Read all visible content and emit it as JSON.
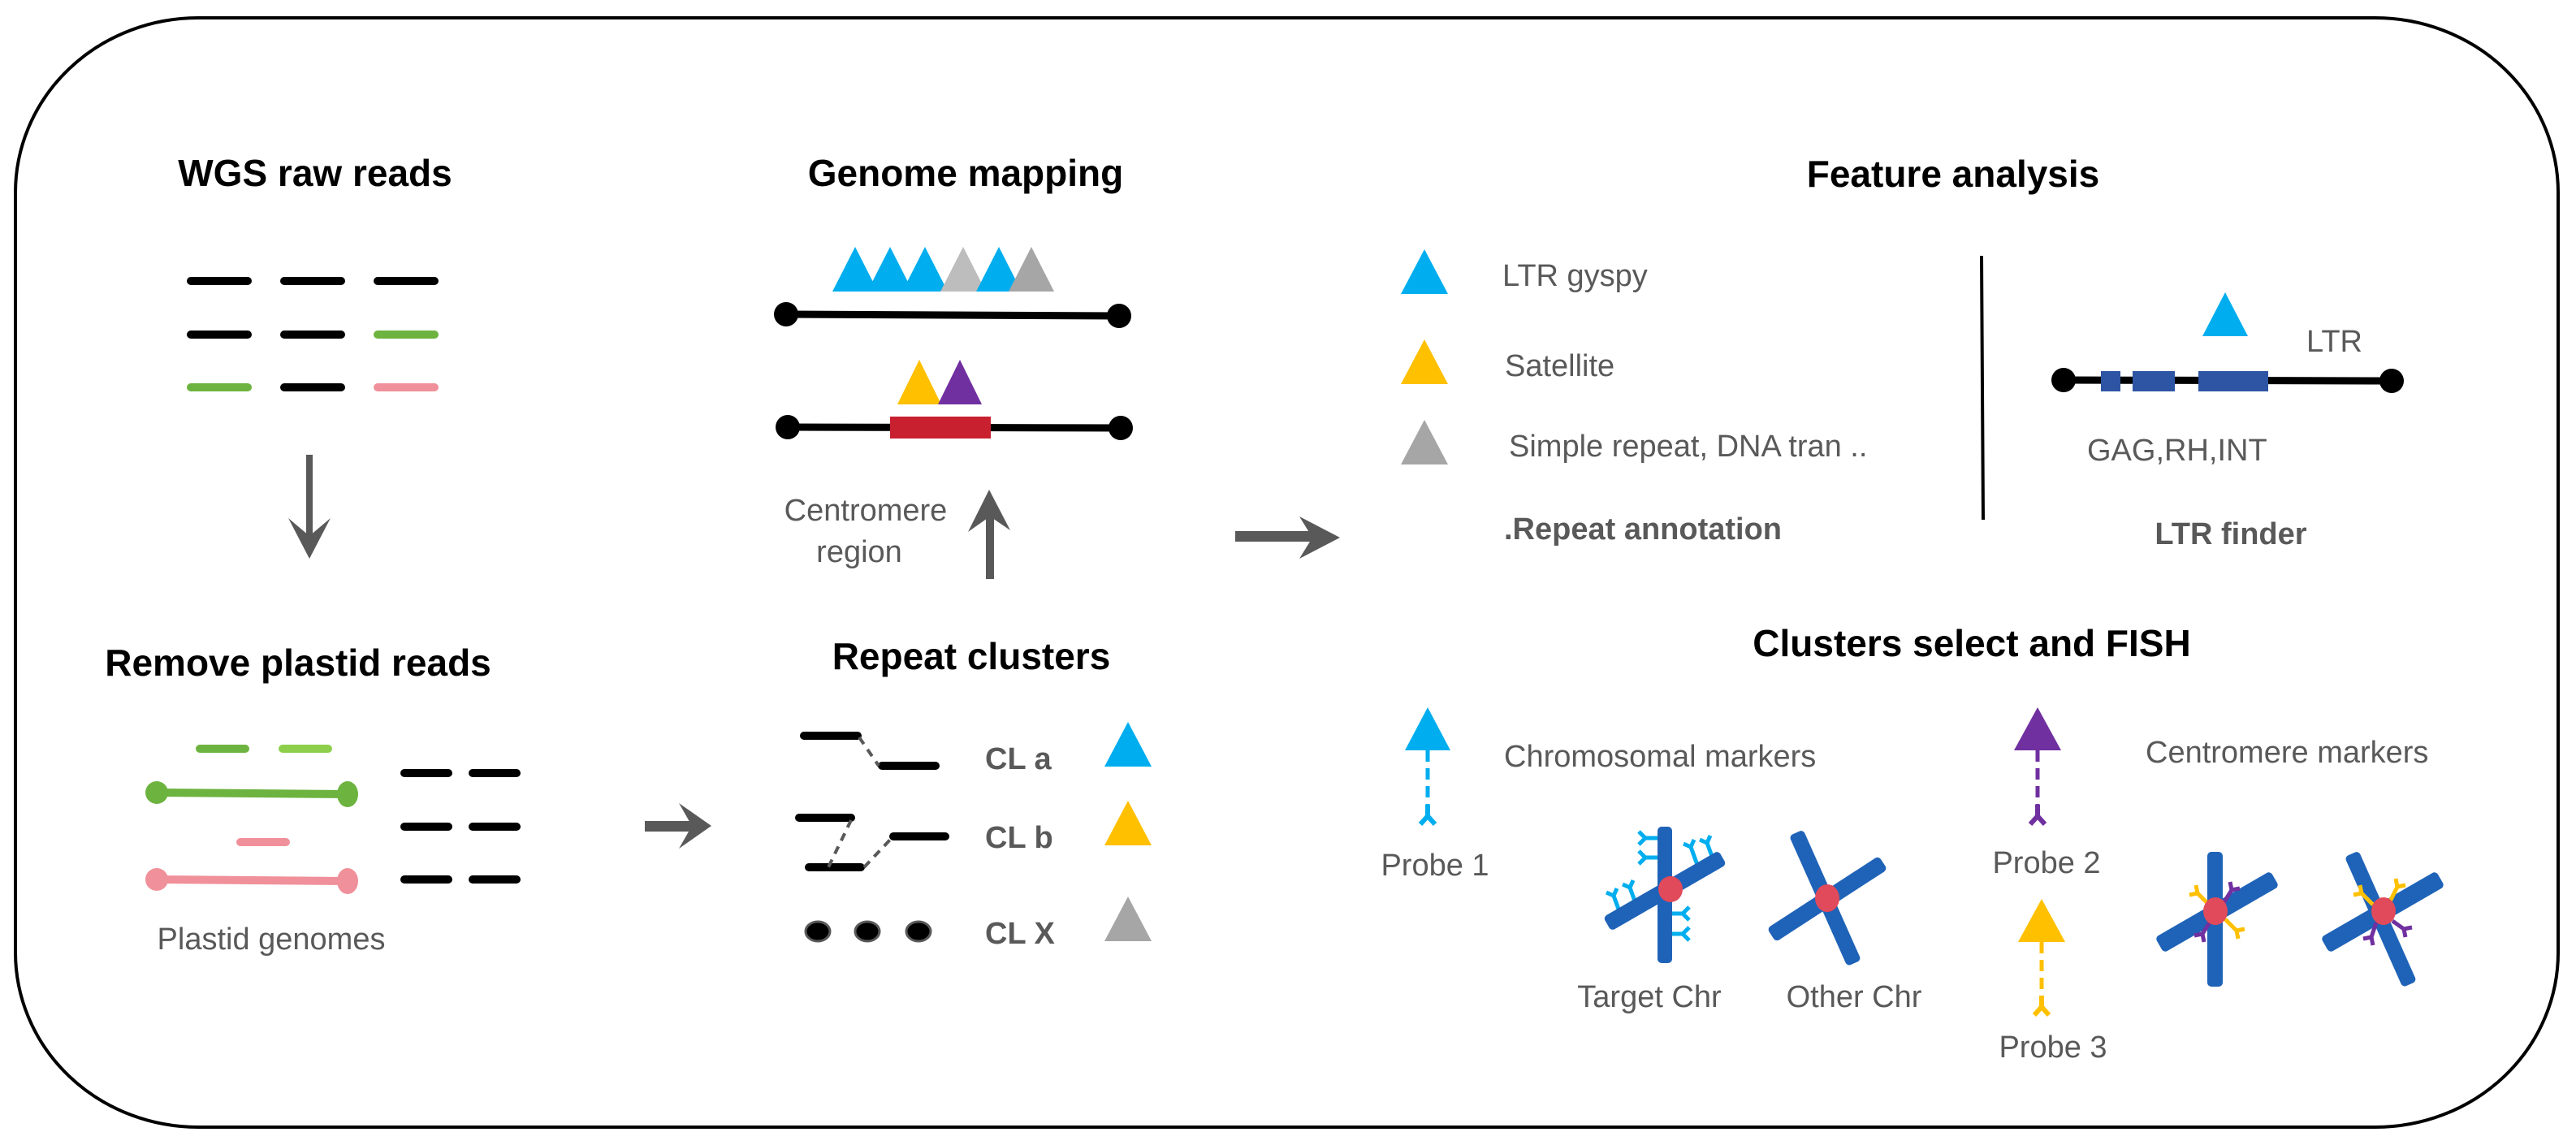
{
  "colors": {
    "blue_triangle": "#00AEEF",
    "yellow_triangle": "#FFC000",
    "gray_triangle": "#A6A6A6",
    "light_gray_triangle": "#BDBDBD",
    "purple_triangle": "#7030A0",
    "green_read": "#6DB33F",
    "light_green_read": "#8DCF4A",
    "pink_read": "#F0909A",
    "centromere_red": "#C8202F",
    "chromosome_blue": "#1F63B8",
    "ltr_domain_blue": "#2E54A4",
    "centromere_dot": "#E04A5A",
    "arrow_gray": "#595959",
    "text_gray": "#595959"
  },
  "sections": {
    "wgs": {
      "title": "WGS raw reads",
      "reads": [
        [
          "black",
          "black",
          "black"
        ],
        [
          "black",
          "black",
          "green"
        ],
        [
          "green",
          "black",
          "pink"
        ]
      ]
    },
    "remove_plastid": {
      "title": "Remove plastid reads",
      "plastid_label": "Plastid genomes"
    },
    "genome_mapping": {
      "title": "Genome mapping",
      "track1_triangles": [
        "blue",
        "blue",
        "blue",
        "light_gray",
        "blue",
        "gray"
      ],
      "track2_triangles": [
        "yellow",
        "purple"
      ],
      "centromere_label_line1": "Centromere",
      "centromere_label_line2": "region"
    },
    "repeat_clusters": {
      "title": "Repeat clusters",
      "clusters": [
        {
          "label": "CL a",
          "color": "blue"
        },
        {
          "label": "CL b",
          "color": "yellow"
        },
        {
          "label": "CL X",
          "color": "gray"
        }
      ]
    },
    "feature_analysis": {
      "title": "Feature analysis",
      "legend": [
        {
          "label": "LTR gyspy",
          "color": "blue"
        },
        {
          "label": "Satellite",
          "color": "yellow"
        },
        {
          "label": "Simple repeat,  DNA tran ..",
          "color": "gray"
        }
      ],
      "repeat_annotation_label": ".Repeat annotation",
      "ltr_label": "LTR",
      "domains_label": "GAG,RH,INT",
      "ltr_finder_label": "LTR finder"
    },
    "fish": {
      "title": "Clusters select and FISH",
      "chromosomal_markers_label": "Chromosomal markers",
      "centromere_markers_label": "Centromere markers",
      "probe1_label": "Probe 1",
      "probe2_label": "Probe 2",
      "probe3_label": "Probe 3",
      "target_chr_label": "Target Chr",
      "other_chr_label": "Other Chr"
    }
  }
}
